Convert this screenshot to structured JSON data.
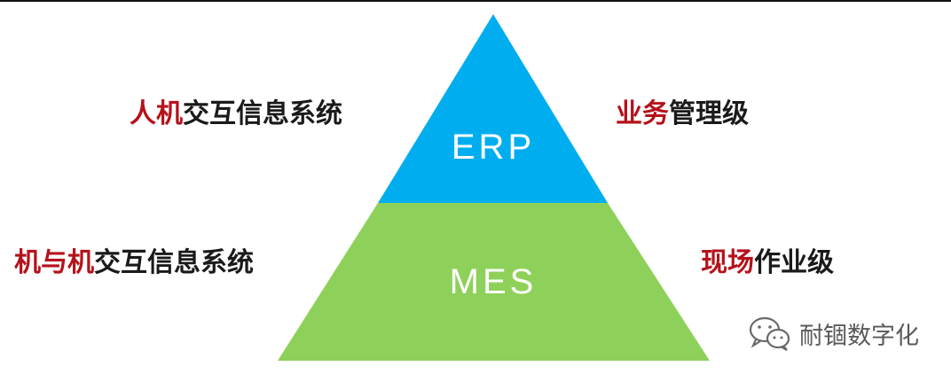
{
  "pyramid": {
    "top_tier": {
      "label": "ERP",
      "color": "#00aeef"
    },
    "bottom_tier": {
      "label": "MES",
      "color": "#8ed15a"
    }
  },
  "left_labels": {
    "top": {
      "highlight": "人机",
      "rest": "交互信息系统"
    },
    "bottom": {
      "highlight": "机与机",
      "rest": "交互信息系统"
    }
  },
  "right_labels": {
    "top": {
      "highlight": "业务",
      "rest": "管理级"
    },
    "bottom": {
      "highlight": "现场",
      "rest": "作业级"
    }
  },
  "watermark": {
    "text": "耐锢数字化",
    "icon": "wechat-icon"
  },
  "colors": {
    "highlight": "#b5121b",
    "text": "#1a1a1a"
  }
}
